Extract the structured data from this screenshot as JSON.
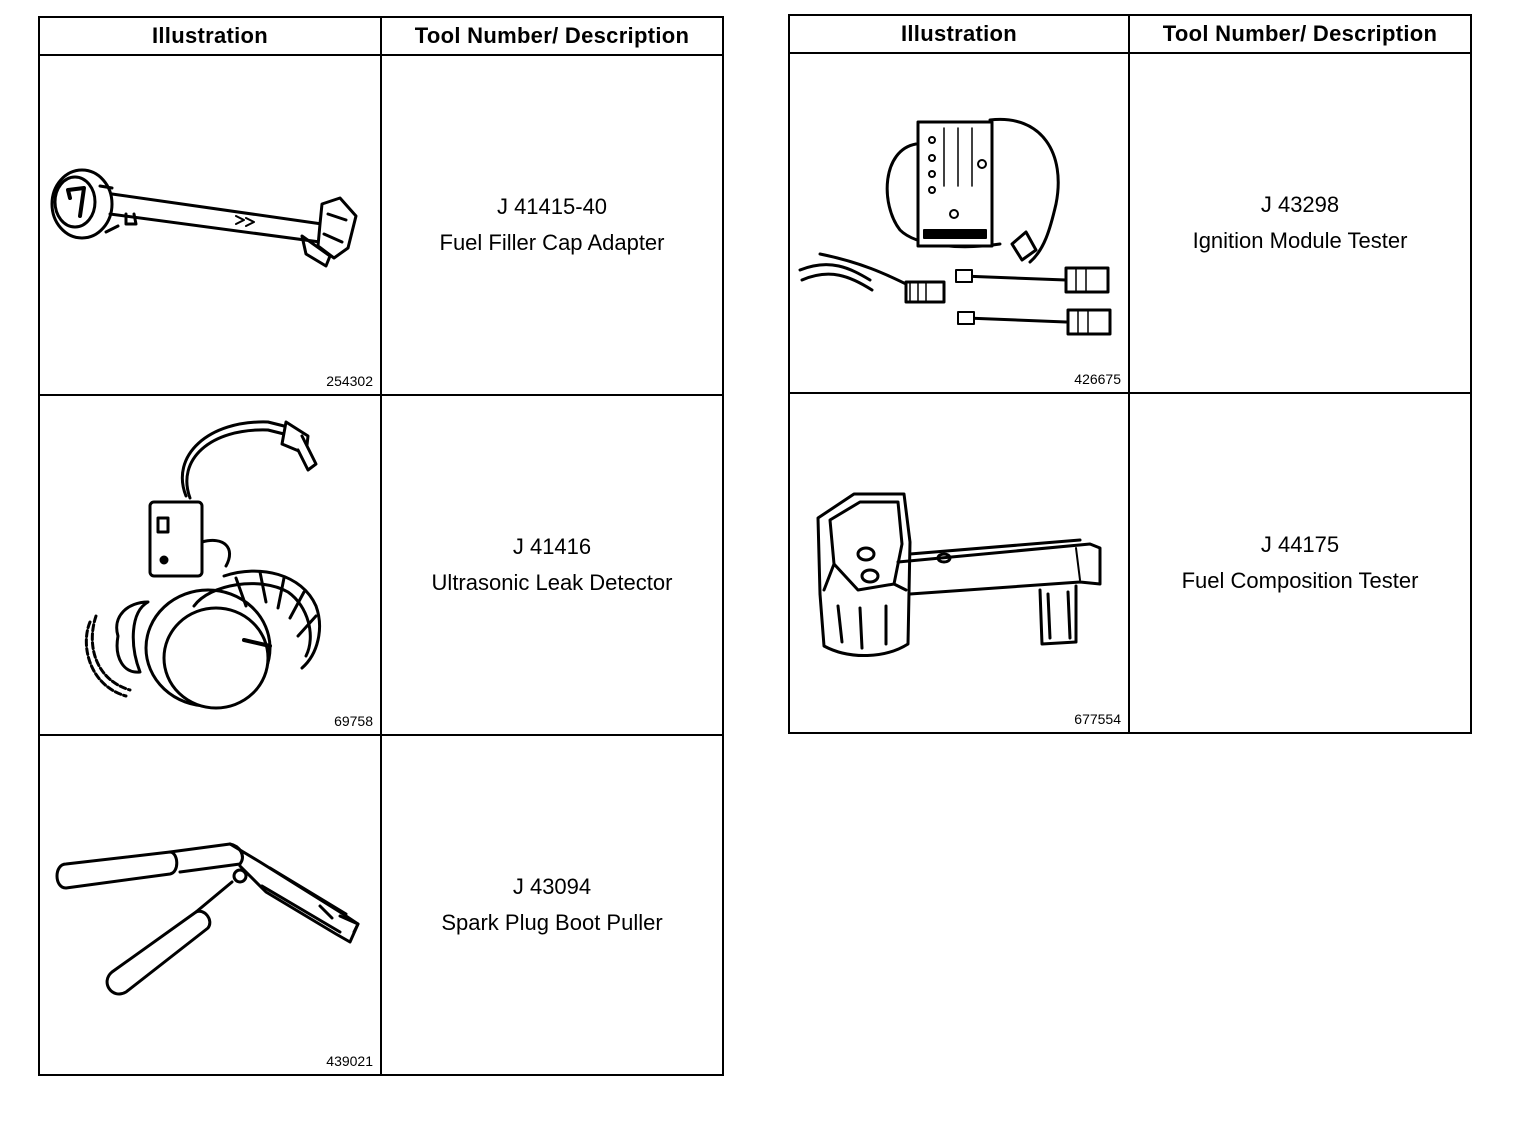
{
  "left_table": {
    "headers": {
      "illustration": "Illustration",
      "description": "Tool Number/ Description"
    },
    "rows": [
      {
        "figure_id": "254302",
        "tool_number": "J 41415-40",
        "description": "Fuel Filler Cap Adapter",
        "icon": "fuel-filler-cap-adapter-icon"
      },
      {
        "figure_id": "69758",
        "tool_number": "J 41416",
        "description": "Ultrasonic Leak Detector",
        "icon": "ultrasonic-leak-detector-icon"
      },
      {
        "figure_id": "439021",
        "tool_number": "J 43094",
        "description": "Spark Plug Boot Puller",
        "icon": "spark-plug-boot-puller-icon"
      }
    ]
  },
  "right_table": {
    "headers": {
      "illustration": "Illustration",
      "description": "Tool Number/ Description"
    },
    "rows": [
      {
        "figure_id": "426675",
        "tool_number": "J 43298",
        "description": "Ignition Module Tester",
        "icon": "ignition-module-tester-icon"
      },
      {
        "figure_id": "677554",
        "tool_number": "J 44175",
        "description": "Fuel Composition Tester",
        "icon": "fuel-composition-tester-icon"
      }
    ]
  }
}
